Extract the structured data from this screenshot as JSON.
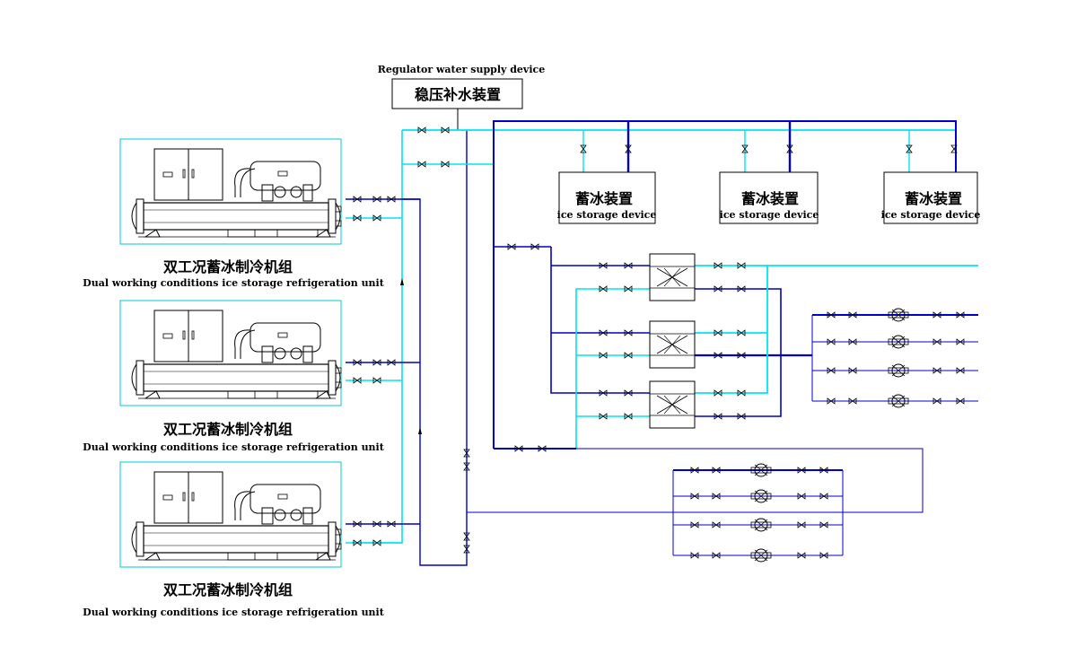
{
  "diagram": {
    "regulator": {
      "en": "Regulator water supply device",
      "cn": "稳压补水装置"
    },
    "chillers": [
      {
        "cn": "双工况蓄冰制冷机组",
        "en": "Dual working conditions ice storage refrigeration unit"
      },
      {
        "cn": "双工况蓄冰制冷机组",
        "en": "Dual working conditions ice storage refrigeration unit"
      },
      {
        "cn": "双工况蓄冰制冷机组",
        "en": "Dual working conditions ice storage refrigeration unit"
      }
    ],
    "ice_storage": [
      {
        "cn": "蓄冰装置",
        "en": "ice storage device"
      },
      {
        "cn": "蓄冰装置",
        "en": "ice storage device"
      },
      {
        "cn": "蓄冰装置",
        "en": "ice storage device"
      }
    ],
    "colors": {
      "supply_pipe": "#0000cc",
      "return_pipe": "#00e5ee",
      "thin_line": "#1a1acc",
      "equipment": "#000000",
      "frame": "#00c8d8"
    }
  }
}
